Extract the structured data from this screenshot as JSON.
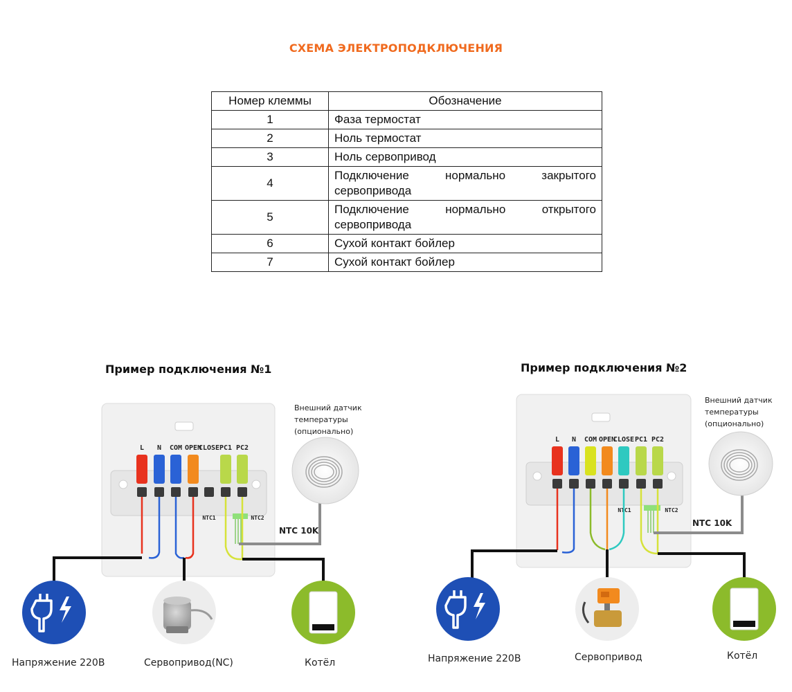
{
  "title": "СХЕМА ЭЛЕКТРОПОДКЛЮЧЕНИЯ",
  "table": {
    "headers": [
      "Номер клеммы",
      "Обозначение"
    ],
    "rows": [
      {
        "num": "1",
        "desc": "Фаза термостат"
      },
      {
        "num": "2",
        "desc": "Ноль термостат"
      },
      {
        "num": "3",
        "desc": "Ноль сервопривод"
      },
      {
        "num": "4",
        "desc": "Подключение нормально закрытого сервопривода"
      },
      {
        "num": "5",
        "desc": "Подключение нормально открытого сервопривода"
      },
      {
        "num": "6",
        "desc": "Сухой контакт бойлер"
      },
      {
        "num": "7",
        "desc": "Сухой контакт бойлер"
      }
    ]
  },
  "examples": [
    {
      "title": "Пример подключения №1",
      "terminals": [
        "L",
        "N",
        "COM",
        "OPEN",
        "CLOSE",
        "PC1",
        "PC2"
      ],
      "sensor_label": [
        "Внешний датчик",
        "температуры",
        "(опционально)"
      ],
      "ntc_labels": [
        "NTC1",
        "NTC2"
      ],
      "ntc_value": "NTC 10K",
      "devices": [
        "Напряжение 220В",
        "Сервопривод(NC)",
        "Котёл"
      ]
    },
    {
      "title": "Пример подключения №2",
      "terminals": [
        "L",
        "N",
        "COM",
        "OPEN",
        "CLOSE",
        "PC1",
        "PC2"
      ],
      "sensor_label": [
        "Внешний датчик",
        "температуры",
        "(опционально)"
      ],
      "ntc_labels": [
        "NTC1",
        "NTC2"
      ],
      "ntc_value": "NTC 10K",
      "devices": [
        "Напряжение 220В",
        "Сервопривод",
        "Котёл"
      ]
    }
  ],
  "colors": {
    "title": "#f06a1e",
    "terminal_L": "#e8321e",
    "terminal_N": "#2a62d6",
    "terminal_COM_1": "#2a62d6",
    "terminal_COM_2": "#d9e21f",
    "terminal_OPEN": "#f28a1e",
    "terminal_CLOSE_2": "#2ec9c0",
    "terminal_PC": "#b9d84a",
    "power_circle": "#1e4fb5",
    "boiler_circle": "#8cbb2b"
  }
}
